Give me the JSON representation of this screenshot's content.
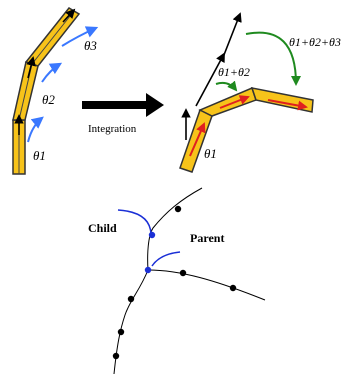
{
  "left_angles": {
    "theta1": "θ1",
    "theta2": "θ2",
    "theta3": "θ3"
  },
  "integration_label": "Integration",
  "right_angles": {
    "theta1": "θ1",
    "sum12": "θ1+θ2",
    "sum123": "θ1+θ2+θ3"
  },
  "tree": {
    "child_label": "Child",
    "parent_label": "Parent"
  },
  "colors": {
    "segment_fill": "#f7c31a",
    "blue_arrow": "#3a78ff",
    "green_arrow": "#1f8a1f",
    "red_arrow": "#e02020",
    "tree_point_blue": "#1a2fd6"
  }
}
